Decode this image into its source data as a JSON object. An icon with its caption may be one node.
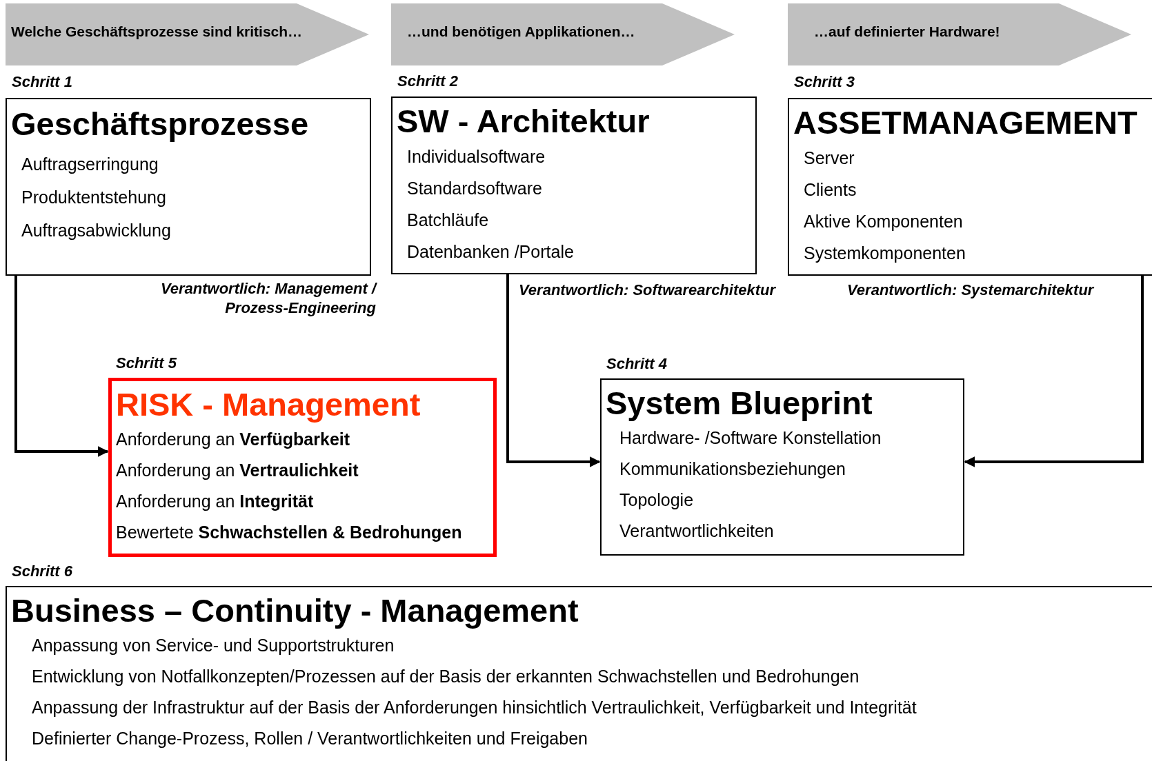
{
  "diagram": {
    "nodes": [
      {
        "text": [
          "Welche Geschäftsprozesse sind kritisch…"
        ]
      },
      {
        "text": [
          "…und benötigen Applikationen…"
        ]
      },
      {
        "text": [
          "…auf definierter Hardware!"
        ]
      },
      {
        "text": [
          "Schritt 1",
          "Geschäftsprozesse",
          "Auftragserringung",
          "Produktentstehung",
          "Auftragsabwicklung"
        ],
        "beside": [
          "Verantwortlich: Management / Prozess-Engineering"
        ]
      },
      {
        "text": [
          "Schritt 2",
          "SW - Architektur",
          "Individualsoftware",
          "Standardsoftware",
          "Batchläufe",
          "Datenbanken /Portale"
        ],
        "beside": [
          "Verantwortlich: Softwarearchitektur"
        ]
      },
      {
        "text": [
          "Schritt 3",
          "ASSETMANAGEMENT",
          "Server",
          "Clients",
          "Aktive Komponenten",
          "Systemkomponenten"
        ],
        "beside": [
          "Verantwortlich: Systemarchitektur"
        ]
      },
      {
        "text": [
          "Schritt 5",
          "RISK - Management",
          "Anforderung an **Verfügbarkeit**",
          "Anforderung an **Vertraulichkeit**",
          "Anforderung an **Integrität**",
          "Bewertete **Schwachstellen & Bedrohungen**"
        ]
      },
      {
        "text": [
          "Schritt 4",
          "System Blueprint",
          "Hardware- /Software Konstellation",
          "Kommunikationsbeziehungen",
          "Topologie",
          "Verantwortlichkeiten"
        ]
      },
      {
        "text": [
          "Schritt 6",
          "Business – Continuity - Management",
          "Anpassung von Service- und Supportstrukturen",
          "Entwicklung von Notfallkonzepten/Prozessen auf der Basis der erkannten Schwachstellen und Bedrohungen",
          "Anpassung der Infrastruktur auf der Basis der Anforderungen hinsichtlich Vertraulichkeit, Verfügbarkeit und Integrität",
          "Definierter Change-Prozess, Rollen / Verantwortlichkeiten und Freigaben"
        ]
      }
    ],
    "edges": [
      {
        "from": 3,
        "to": 6,
        "arrow": "to"
      },
      {
        "from": 4,
        "to": 7,
        "arrow": "to"
      },
      {
        "from": 5,
        "to": 7,
        "arrow": "to"
      }
    ]
  }
}
